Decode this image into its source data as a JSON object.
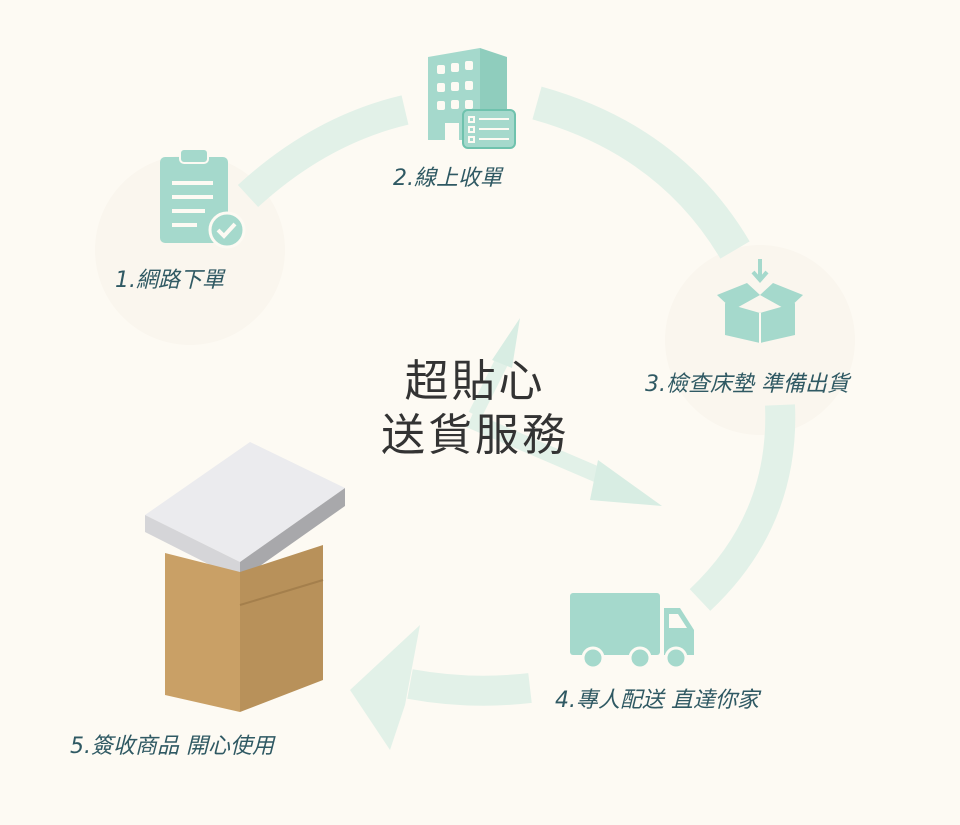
{
  "title": {
    "line1": "超貼心",
    "line2": "送貨服務"
  },
  "steps": [
    {
      "label": "1.網路下單",
      "icon": "clipboard-check-icon"
    },
    {
      "label": "2.線上收單",
      "icon": "building-form-icon"
    },
    {
      "label": "3.檢查床墊 準備出貨",
      "icon": "box-down-arrow-icon"
    },
    {
      "label": "4.專人配送 直達你家",
      "icon": "truck-icon"
    },
    {
      "label": "5.簽收商品 開心使用",
      "icon": "mattress-box-icon"
    }
  ],
  "colors": {
    "background": "#fdfaf3",
    "icon": "#a5d9cc",
    "arrow": "#e2f1e8",
    "label": "#2f5963",
    "box": "#c9a066"
  }
}
